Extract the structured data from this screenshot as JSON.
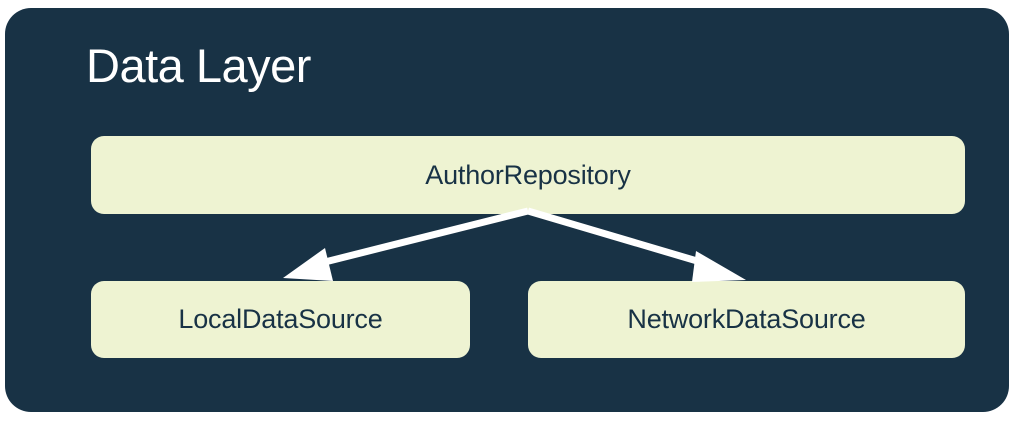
{
  "diagram": {
    "type": "architecture-layer-diagram",
    "title": "Data Layer",
    "panel_color": "#183245",
    "node_fill_color": "#EEF3D2",
    "node_text_color": "#183245",
    "title_color": "#FFFFFF",
    "arrow_color": "#FFFFFF",
    "canvas_background": "#FFFFFF"
  },
  "nodes": [
    {
      "id": "author-repository",
      "label": "AuthorRepository",
      "role": "repository",
      "row": 1
    },
    {
      "id": "local-data-source",
      "label": "LocalDataSource",
      "role": "data-source",
      "row": 2
    },
    {
      "id": "network-data-source",
      "label": "NetworkDataSource",
      "role": "data-source",
      "row": 2
    }
  ],
  "edges": [
    {
      "id": "edge-repo-to-local",
      "from": "author-repository",
      "to": "local-data-source",
      "arrowhead": "filled-triangle",
      "direction": "down-left"
    },
    {
      "id": "edge-repo-to-network",
      "from": "author-repository",
      "to": "network-data-source",
      "arrowhead": "filled-triangle",
      "direction": "down-right"
    }
  ]
}
